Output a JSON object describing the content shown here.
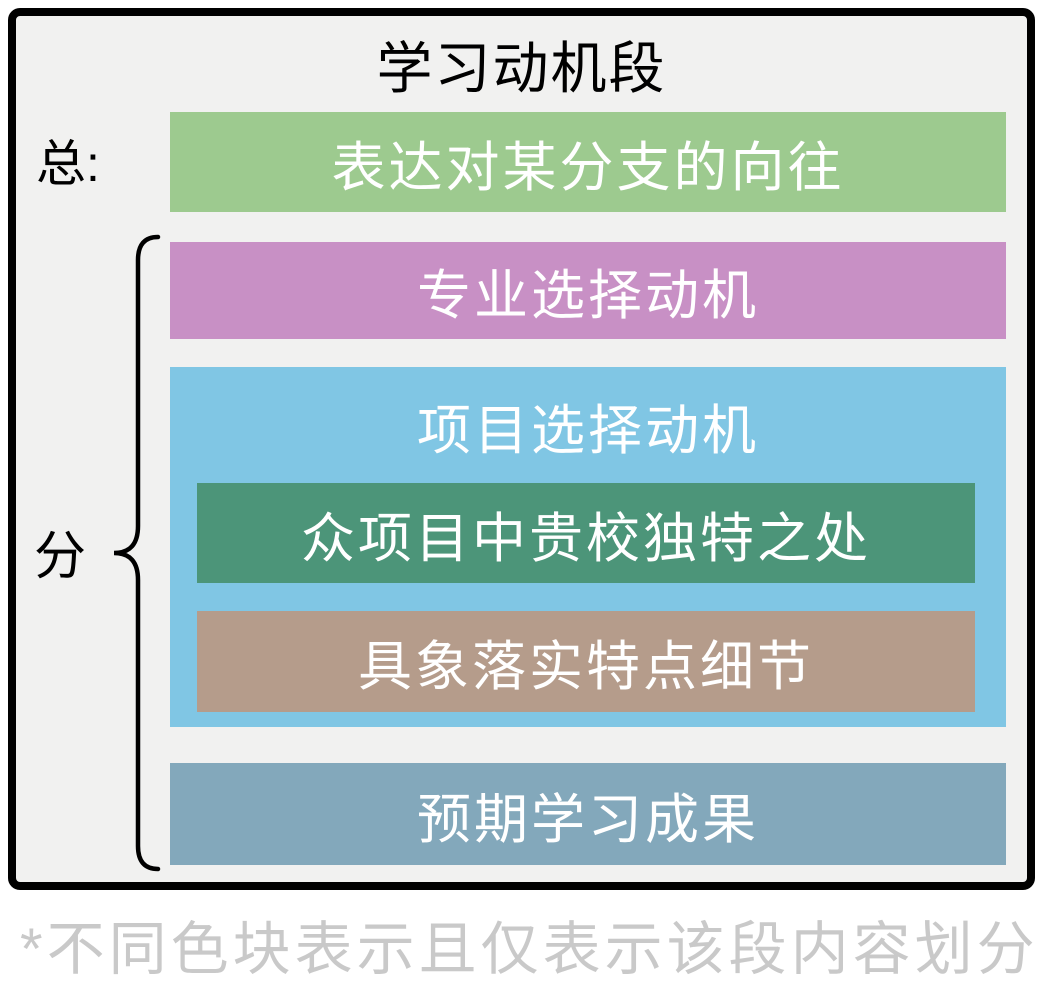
{
  "panel": {
    "title": "学习动机段",
    "background_color": "#F1F1F0",
    "border_color": "#000000",
    "labels": {
      "general": "总:",
      "detail": "分"
    },
    "blocks": {
      "opening": {
        "label": "表达对某分支的向往",
        "color": "#9DCA8F",
        "text_color": "#FFFFFF"
      },
      "major": {
        "label": "专业选择动机",
        "color": "#C890C5",
        "text_color": "#FFFFFF"
      },
      "program": {
        "label": "项目选择动机",
        "color": "#80C6E4",
        "text_color": "#FFFFFF",
        "children": {
          "uniqueness": {
            "label": "众项目中贵校独特之处",
            "color": "#4C9579",
            "text_color": "#FFFFFF"
          },
          "details": {
            "label": "具象落实特点细节",
            "color": "#B59C8B",
            "text_color": "#FFFFFF"
          }
        }
      },
      "outcome": {
        "label": "预期学习成果",
        "color": "#83A8BB",
        "text_color": "#FFFFFF"
      }
    },
    "footnote": "*不同色块表示且仅表示该段内容划分",
    "footnote_color": "#C9C9C9"
  }
}
